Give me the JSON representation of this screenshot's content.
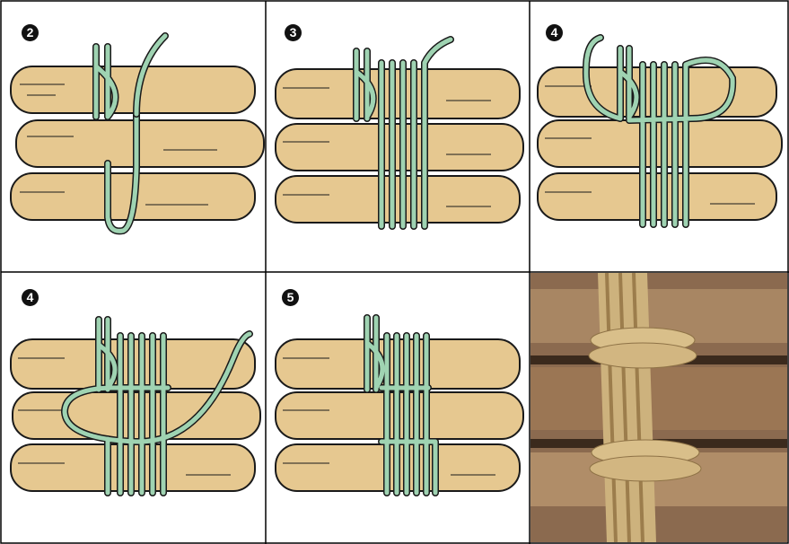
{
  "steps": [
    {
      "label": "2"
    },
    {
      "label": "3"
    },
    {
      "label": "4"
    },
    {
      "label": "4"
    },
    {
      "label": "5"
    },
    {
      "label": ""
    }
  ],
  "colors": {
    "wood": "#e6c890",
    "wood_light": "#f6ead0",
    "rope": "#9fd3b2",
    "outline": "#1a1a1a",
    "grid_line": "#000000",
    "photo_bg": "#8b6a4f",
    "photo_rope": "#cdb27d"
  }
}
